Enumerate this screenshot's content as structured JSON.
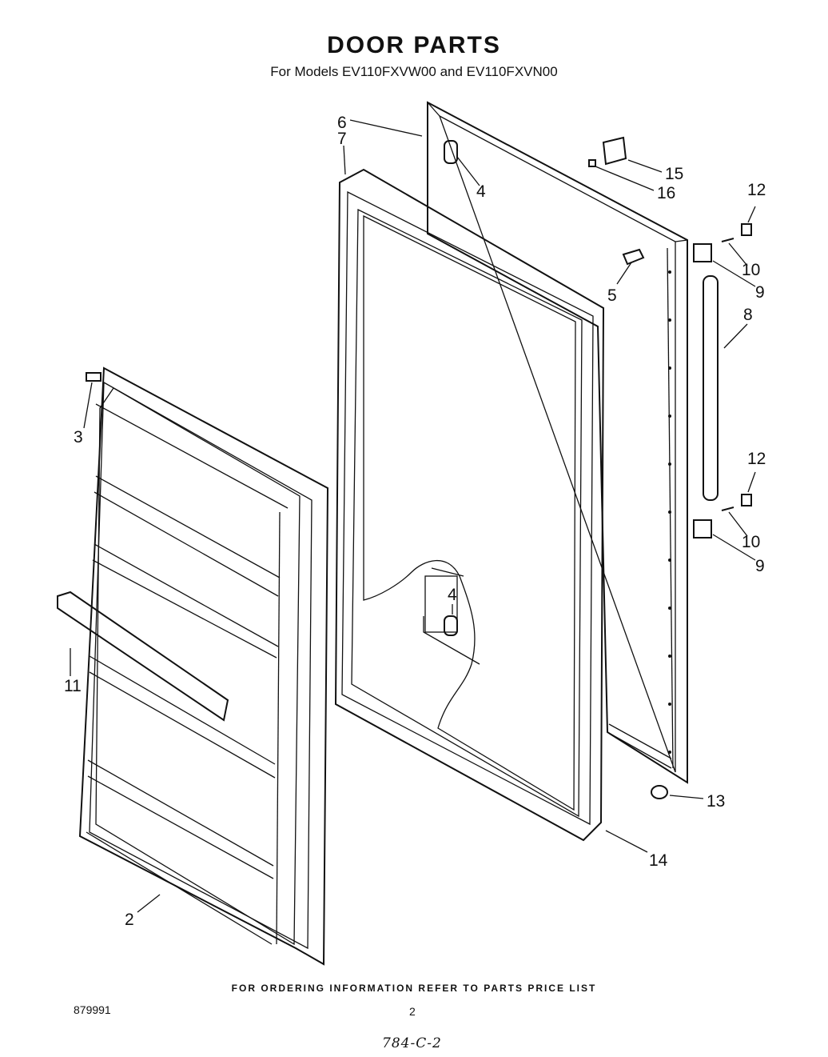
{
  "header": {
    "title": "DOOR PARTS",
    "subtitle": "For Models EV110FXVW00 and EV110FXVN00"
  },
  "parts": [
    {
      "id": "p2",
      "label": "2"
    },
    {
      "id": "p3",
      "label": "3"
    },
    {
      "id": "p4a",
      "label": "4"
    },
    {
      "id": "p4b",
      "label": "4"
    },
    {
      "id": "p5",
      "label": "5"
    },
    {
      "id": "p6",
      "label": "6"
    },
    {
      "id": "p7",
      "label": "7"
    },
    {
      "id": "p8",
      "label": "8"
    },
    {
      "id": "p9a",
      "label": "9"
    },
    {
      "id": "p9b",
      "label": "9"
    },
    {
      "id": "p10a",
      "label": "10"
    },
    {
      "id": "p10b",
      "label": "10"
    },
    {
      "id": "p11",
      "label": "11"
    },
    {
      "id": "p12a",
      "label": "12"
    },
    {
      "id": "p12b",
      "label": "12"
    },
    {
      "id": "p13",
      "label": "13"
    },
    {
      "id": "p14",
      "label": "14"
    },
    {
      "id": "p15",
      "label": "15"
    },
    {
      "id": "p16",
      "label": "16"
    }
  ],
  "footer": {
    "note": "FOR ORDERING INFORMATION REFER TO PARTS PRICE LIST",
    "doc_number": "879991",
    "page_number": "2",
    "handwritten": "784-C-2"
  }
}
